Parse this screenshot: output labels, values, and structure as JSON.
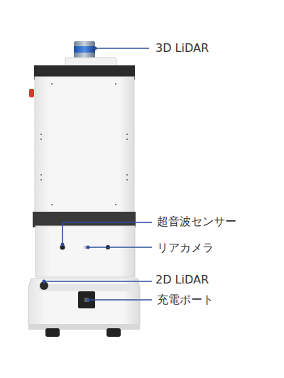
{
  "diagram": {
    "labels": [
      "3D LiDAR",
      "超音波センサー",
      "リアカメラ",
      "2D LiDAR",
      "充電ポート"
    ]
  }
}
